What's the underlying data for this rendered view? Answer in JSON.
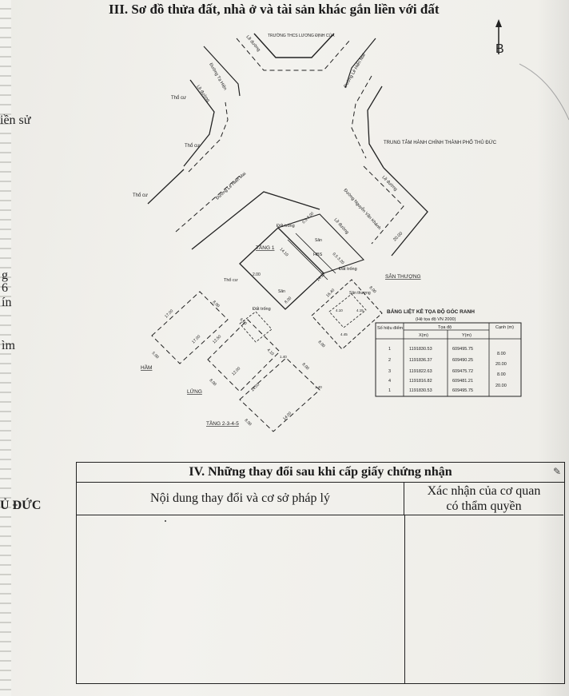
{
  "section_iii": {
    "heading": "III. Sơ đồ thửa đất, nhà ở và tài sản khác gắn liền với đất"
  },
  "north": {
    "letter": "B"
  },
  "margin_text": {
    "t1": "iền sử",
    "t2": "g",
    "t3": "6",
    "t4": "ín",
    "t5": "ìm",
    "t6": "Ủ ĐỨC"
  },
  "map_labels": {
    "school": "TRƯỜNG THCS LƯƠNG ĐỊNH CỦA",
    "street_ta_hien": "Đường Tạ Hiện",
    "le_duong_1": "Lề đường",
    "le_duong_2": "Lề đường",
    "le_duong_3": "Lề đường",
    "le_duong_4": "Lề đường",
    "le_duong_5": "Lề đường",
    "street_le_hien_mai_1": "Đường Lê Hiến Mai",
    "street_le_hien_mai_2": "Đường Lê Hiến Mai",
    "street_nguyen_van_khanh": "Đường Nguyễn Văn Khánh",
    "admin_center": "TRUNG TÂM HÀNH CHÍNH THÀNH PHỐ THỦ ĐỨC",
    "tho_cu_1": "Thổ cư",
    "tho_cu_2": "Thổ cư",
    "tho_cu_3": "Thổ cư",
    "tho_cu_4": "Thổ cư",
    "dat_trong_1": "Đất trống",
    "dat_trong_2": "Đất trống",
    "dat_trong_3": "Đất trống",
    "tang1": "TẦNG 1",
    "san_thuong": "SÂN THƯỢNG",
    "san_thuong_inner": "Sân thượng",
    "ham": "HẦM",
    "lung": "LỬNG",
    "tang2345": "TẦNG 2-3-4-5",
    "san": "Sân",
    "san2": "Sân",
    "hbs": "HBS"
  },
  "dims": [
    "20.00",
    "14.10",
    "14.10",
    "8.00",
    "8.00",
    "5.00",
    "8.00",
    "17.00",
    "17.00",
    "12.50",
    "12.00",
    "14.00",
    "14.00",
    "8.00",
    "8.00",
    "16.40",
    "16.40",
    "8.00",
    "8.00",
    "4.10",
    "4.15",
    "4.45",
    "4.10",
    "2.00",
    "6.00",
    "1.40",
    "1.40",
    "3.00",
    "3.50",
    "8.00",
    "0.5 3.20",
    "0.5 3.00",
    "2.00",
    "20.00",
    "8.00",
    "6.00"
  ],
  "coord_table": {
    "title": "BẢNG LIỆT KÊ TỌA ĐỘ GÓC RANH",
    "subtitle": "(Hệ tọa độ VN 2000)",
    "h_point": "Số hiệu điểm",
    "h_coord": "Tọa độ",
    "h_x": "X(m)",
    "h_y": "Y(m)",
    "h_edge": "Cạnh (m)",
    "rows": [
      {
        "p": "1",
        "x": "1191830.53",
        "y": "609495.75"
      },
      {
        "p": "2",
        "x": "1191836.37",
        "y": "609490.25"
      },
      {
        "p": "3",
        "x": "1191822.63",
        "y": "609475.72"
      },
      {
        "p": "4",
        "x": "1191816.82",
        "y": "609481.21"
      },
      {
        "p": "1",
        "x": "1191830.53",
        "y": "609495.75"
      }
    ],
    "edges": [
      "8.00",
      "20.00",
      "8.00",
      "20.00"
    ]
  },
  "section_iv": {
    "title": "IV. Những thay đổi sau khi cấp giấy chứng nhận",
    "col1": "Nội dung thay đổi và cơ sở pháp lý",
    "col2_line1": "Xác nhận của cơ quan",
    "col2_line2": "có thẩm quyền"
  }
}
